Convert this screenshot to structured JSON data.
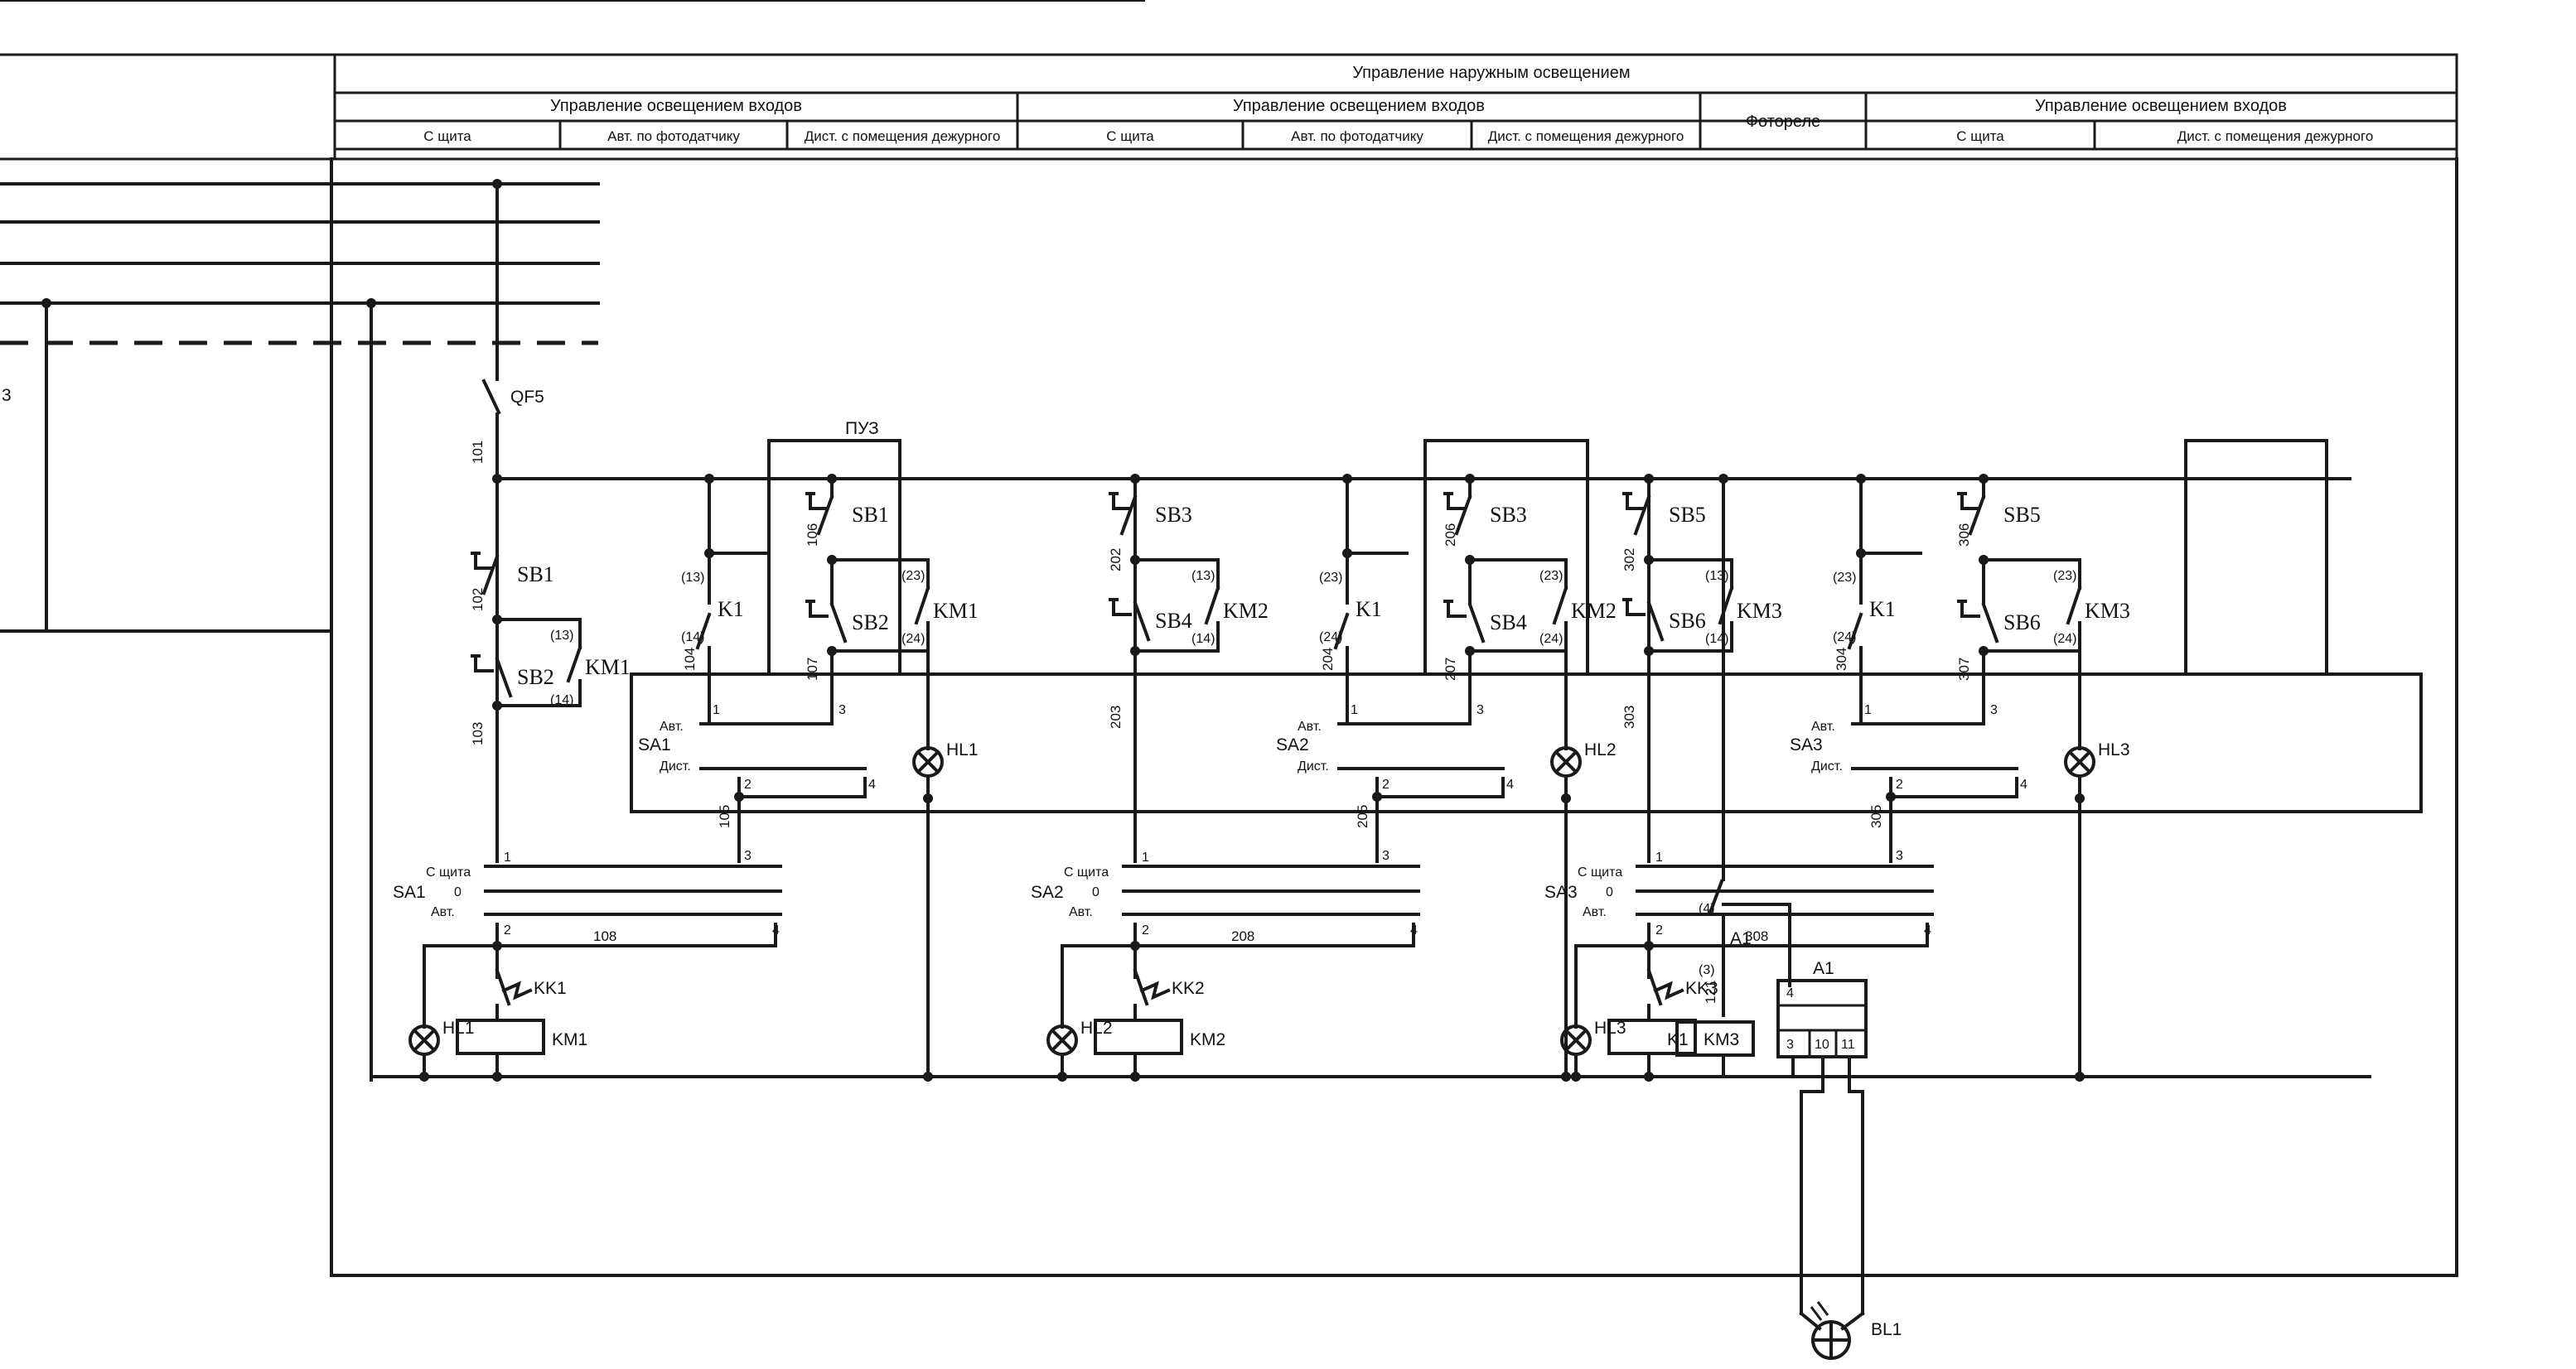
{
  "header": {
    "title": "Управление наружным освещением",
    "group1": "Управление освещением входов",
    "group2": "Управление освещением входов",
    "group3": "Управление освещением входов",
    "photorelay": "Фотореле",
    "col_shield": "С щита",
    "col_auto_photo": "Авт. по фотодатчику",
    "col_remote": "Дист. с помещения дежурного"
  },
  "edge_left": "3",
  "breaker": "QF5",
  "panel": "ПУЗ",
  "wire_numbers": [
    "101",
    "102",
    "103",
    "104",
    "105",
    "106",
    "107",
    "108",
    "202",
    "203",
    "204",
    "205",
    "206",
    "207",
    "208",
    "302",
    "303",
    "304",
    "305",
    "306",
    "307",
    "308",
    "121"
  ],
  "circuits": [
    {
      "sa": "SA1",
      "btn_on": "SB1",
      "btn_off": "SB2",
      "contactor": "KM1",
      "lamp": "HL1",
      "thermal": "KK1",
      "relay": "K1"
    },
    {
      "sa": "SA2",
      "btn_on": "SB3",
      "btn_off": "SB4",
      "contactor": "KM2",
      "lamp": "HL2",
      "thermal": "KK2",
      "relay": "K1"
    },
    {
      "sa": "SA3",
      "btn_on": "SB5",
      "btn_off": "SB6",
      "contactor": "KM3",
      "lamp": "HL3",
      "thermal": "KK3",
      "relay": "K1"
    }
  ],
  "switch_positions": {
    "shield": "С щита",
    "zero": "0",
    "auto": "Авт.",
    "remote": "Дист."
  },
  "contact_terms": {
    "c13": "(13)",
    "c14": "(14)",
    "c23": "(23)",
    "c24": "(24)",
    "c3": "(3)",
    "c4": "(4)"
  },
  "photo": {
    "relay": "K1",
    "module": "A1",
    "sensor": "BL1",
    "terminals": [
      "4",
      "3",
      "10",
      "11"
    ]
  },
  "sa_terms": [
    "1",
    "2",
    "3",
    "4"
  ]
}
